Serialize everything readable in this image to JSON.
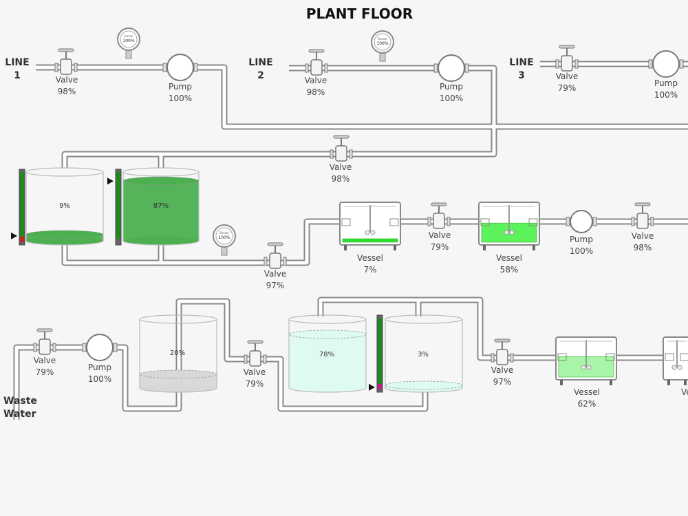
{
  "title": "PLANT FLOOR",
  "lines": [
    {
      "line1": "LINE",
      "line2": "1"
    },
    {
      "line1": "LINE",
      "line2": "2"
    },
    {
      "line1": "LINE",
      "line2": "3"
    }
  ],
  "waste_water": {
    "line1": "Waste",
    "line2": "Water"
  },
  "gauge_text": {
    "brand": "Sensor",
    "value": "100%"
  },
  "valves": [
    {
      "label": "Valve",
      "value": "98%"
    },
    {
      "label": "Valve",
      "value": "98%"
    },
    {
      "label": "Valve",
      "value": "79%"
    },
    {
      "label": "Valve",
      "value": "98%"
    },
    {
      "label": "Valve",
      "value": "97%"
    },
    {
      "label": "Valve",
      "value": "79%"
    },
    {
      "label": "Valve",
      "value": "98%"
    },
    {
      "label": "Valve",
      "value": "79%"
    },
    {
      "label": "Valve",
      "value": "79%"
    },
    {
      "label": "Valve",
      "value": "97%"
    }
  ],
  "pumps": [
    {
      "label": "Pump",
      "value": "100%"
    },
    {
      "label": "Pump",
      "value": "100%"
    },
    {
      "label": "Pump",
      "value": "100%"
    },
    {
      "label": "Pump",
      "value": "100%"
    },
    {
      "label": "Pump",
      "value": "100%"
    }
  ],
  "vessels": [
    {
      "label": "Vessel",
      "value": "7%",
      "level": 0.07,
      "color": "#2ee02e"
    },
    {
      "label": "Vessel",
      "value": "58%",
      "level": 0.58,
      "color": "#5cf25c"
    },
    {
      "label": "Vessel",
      "value": "62%",
      "level": 0.62,
      "color": "#a8f5a8"
    },
    {
      "label": "Ve"
    }
  ],
  "tanks": [
    {
      "value": "9%",
      "level": 0.09,
      "color": "#4caf50"
    },
    {
      "value": "87%",
      "level": 0.87,
      "color": "#4caf50"
    },
    {
      "value": "20%",
      "level": 0.2,
      "color": "#d8d8d8"
    },
    {
      "value": "78%",
      "level": 0.78,
      "color": "#ddfbef"
    },
    {
      "value": "3%",
      "level": 0.03,
      "color": "#ddfbef"
    }
  ],
  "colors": {
    "pipe": "#888888",
    "pipe_fill": "#ffffff",
    "level_bar": "#1e8a1e",
    "alarm": "#d22020"
  }
}
